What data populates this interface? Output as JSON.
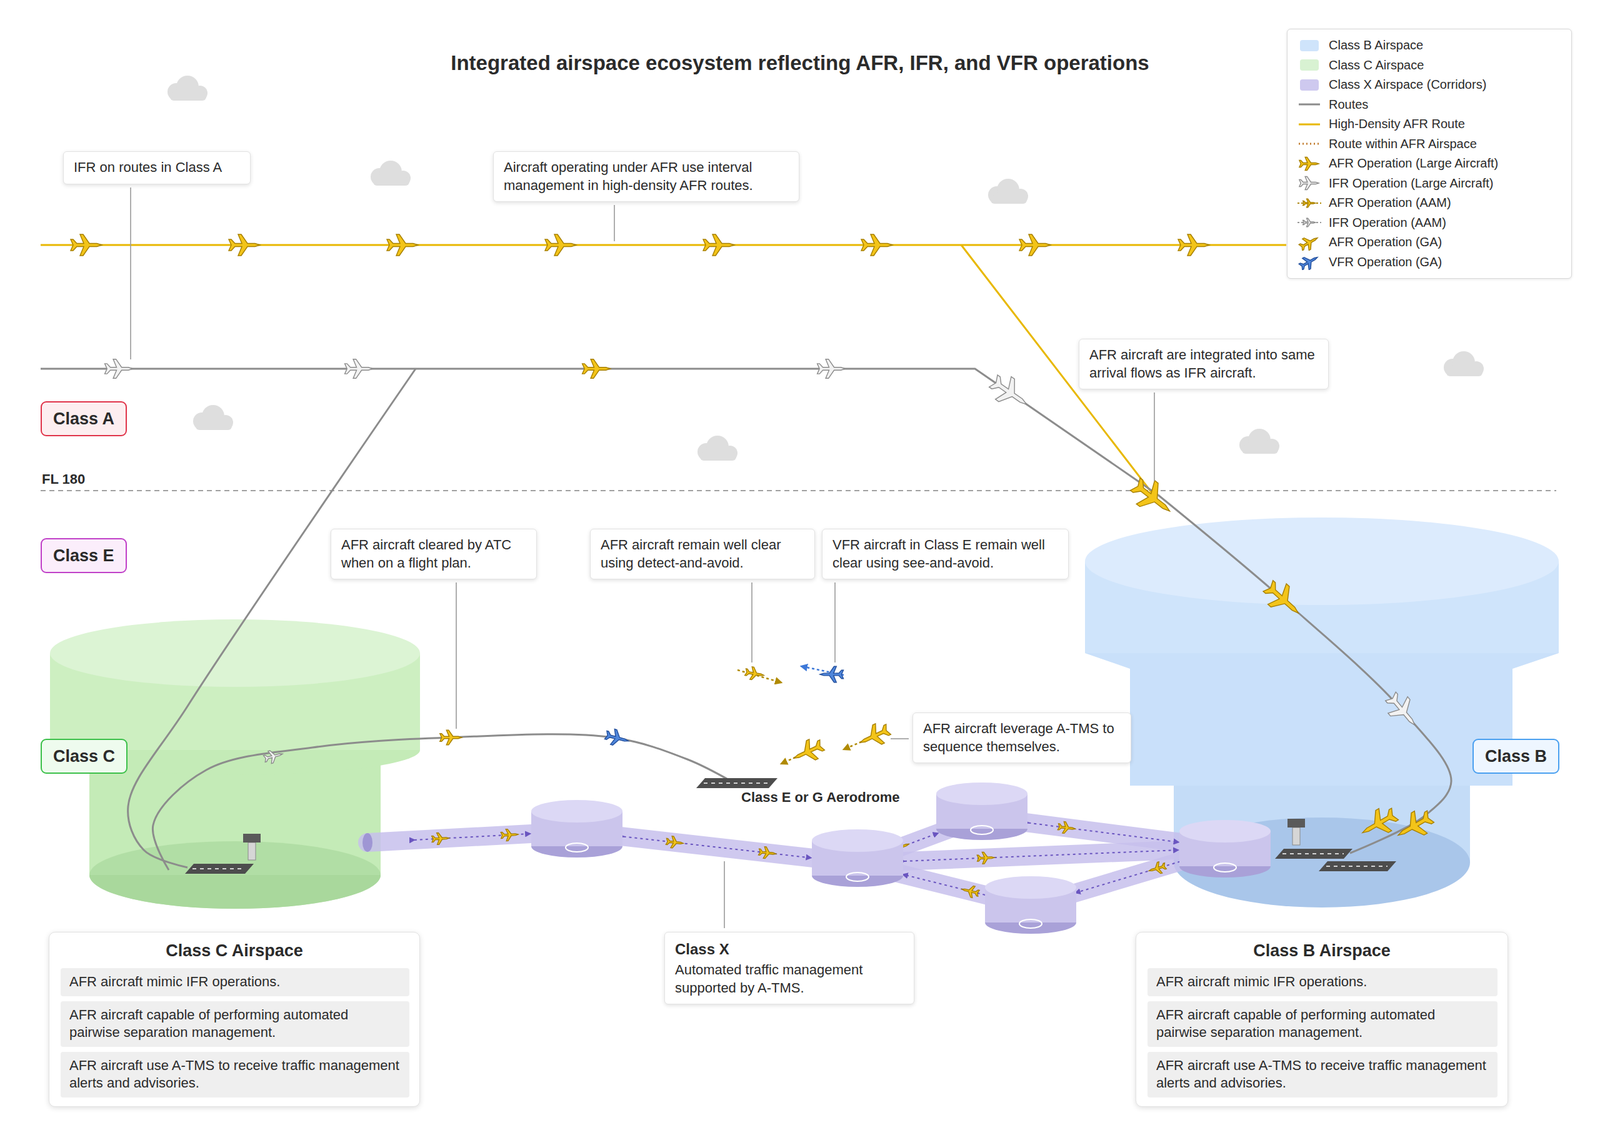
{
  "diagram": {
    "title": "Integrated airspace ecosystem reflecting AFR, IFR, and VFR operations",
    "nodes": [
      {
        "text": [
          "IFR on routes in Class A"
        ]
      },
      {
        "text": [
          "Aircraft operating under AFR use interval management in high-density AFR routes."
        ]
      },
      {
        "text": [
          "Class A"
        ]
      },
      {
        "text": [
          "AFR aircraft are integrated into same arrival flows as IFR aircraft."
        ]
      },
      {
        "text": [
          "Class E"
        ]
      },
      {
        "text": [
          "AFR aircraft cleared by ATC when on a flight plan."
        ]
      },
      {
        "text": [
          "AFR aircraft remain well clear using detect-and-avoid."
        ]
      },
      {
        "text": [
          "VFR aircraft in Class E remain well clear using see-and-avoid."
        ]
      },
      {
        "text": [
          "Class C"
        ]
      },
      {
        "text": [
          "AFR aircraft leverage A-TMS to sequence themselves."
        ]
      },
      {
        "text": [
          "Class B"
        ]
      },
      {
        "text": [
          "Class C Airspace"
        ]
      },
      {
        "text": [
          "AFR aircraft mimic IFR operations."
        ],
        "in": 11
      },
      {
        "text": [
          "AFR aircraft capable of performing automated pairwise separation management."
        ],
        "in": 11
      },
      {
        "text": [
          "AFR aircraft use A-TMS to receive traffic management alerts and advisories."
        ],
        "in": 11
      },
      {
        "text": [
          "Class X",
          "Automated traffic management supported by A-TMS."
        ]
      },
      {
        "text": [
          "Class B Airspace"
        ]
      },
      {
        "text": [
          "AFR aircraft mimic IFR operations."
        ],
        "in": 16
      },
      {
        "text": [
          "AFR aircraft capable of performing automated pairwise separation management."
        ],
        "in": 16
      },
      {
        "text": [
          "AFR aircraft use A-TMS to receive traffic management alerts and advisories."
        ],
        "in": 16
      }
    ],
    "labels": [
      "FL 180",
      "Class E or G Aerodrome"
    ],
    "legend": [
      {
        "text": "Class B Airspace",
        "color": "#cfe4fb"
      },
      {
        "text": "Class C Airspace",
        "color": "#d8f2d2"
      },
      {
        "text": "Class X Airspace (Corridors)",
        "color": "#cec9ef"
      },
      {
        "text": "Routes"
      },
      {
        "text": "High-Density AFR Route"
      },
      {
        "text": "Route within AFR Airspace"
      },
      {
        "text": "AFR Operation (Large Aircraft)"
      },
      {
        "text": "IFR Operation (Large Aircraft)"
      },
      {
        "text": "AFR Operation (AAM)"
      },
      {
        "text": "IFR Operation (AAM)"
      },
      {
        "text": "AFR Operation (GA)"
      },
      {
        "text": "VFR Operation (GA)"
      }
    ]
  }
}
